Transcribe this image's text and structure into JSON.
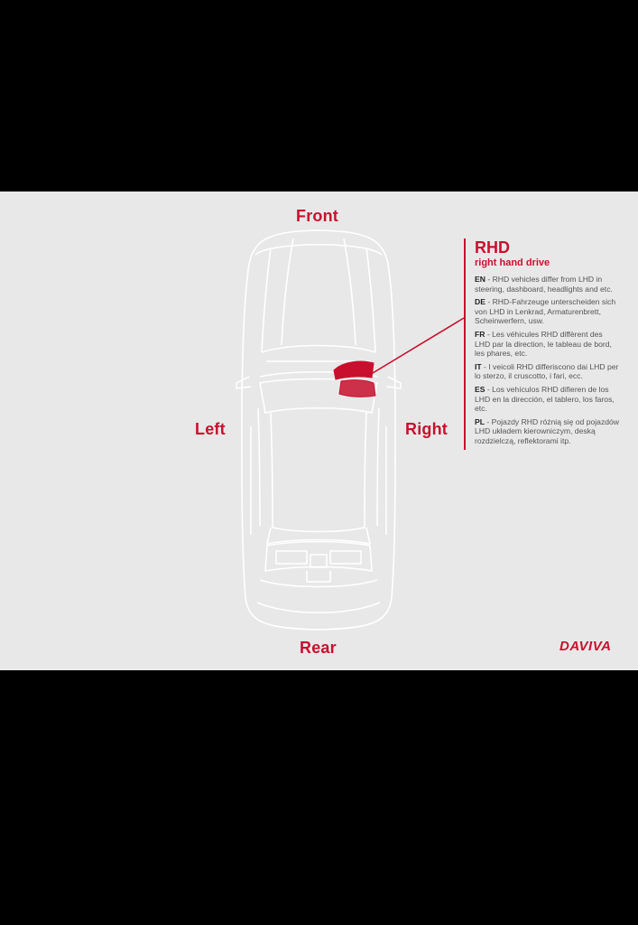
{
  "directions": {
    "front": "Front",
    "rear": "Rear",
    "left": "Left",
    "right": "Right"
  },
  "info": {
    "title": "RHD",
    "subtitle": "right hand drive",
    "languages": [
      {
        "code": "EN",
        "text": " - RHD vehicles differ from LHD in steering, dashboard, headlights and etc."
      },
      {
        "code": "DE",
        "text": " - RHD-Fahrzeuge unterscheiden sich von LHD in Lenkrad, Armaturenbrett, Scheinwerfern, usw."
      },
      {
        "code": "FR",
        "text": " - Les véhicules RHD diffèrent des LHD par la direction, le tableau de bord, les phares, etc."
      },
      {
        "code": "IT",
        "text": " - I veicoli RHD differiscono dai LHD per lo sterzo, il cruscotto, i fari, ecc."
      },
      {
        "code": "ES",
        "text": " - Los vehículos RHD difieren de los LHD en la dirección, el tablero, los faros, etc."
      },
      {
        "code": "PL",
        "text": " - Pojazdy RHD różnią się od pojazdów LHD układem kierowniczym, deską rozdzielczą, reflektorami itp."
      }
    ]
  },
  "brand": {
    "name": "DAVIVA"
  },
  "colors": {
    "accent": "#c8102e",
    "panel": "#e8e8e8",
    "outline": "#ffffff",
    "background": "#000000"
  }
}
